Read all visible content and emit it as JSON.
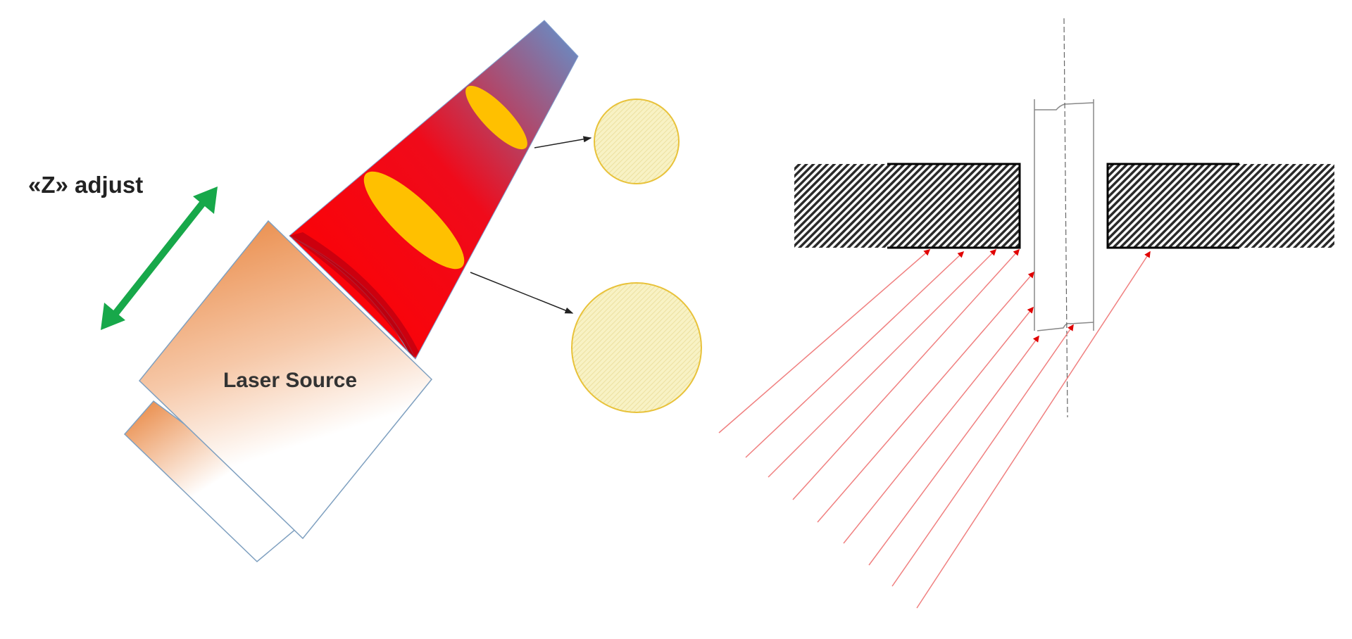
{
  "left_diagram": {
    "z_adjust_label": "«Z» adjust",
    "laser_source_label": "Laser Source"
  },
  "colors": {
    "beam_base": "#ff0000",
    "beam_tip": "#6c8fc8",
    "focus_spot": "#ffc000",
    "spot_circle_fill": "#f6efb8",
    "spot_circle_stroke": "#e8c23a",
    "z_arrow": "#17a84a",
    "laser_box_top": "#e8823a",
    "ray": "#f08080",
    "ray_tip": "#e00000"
  },
  "right_diagram": {
    "ray_count": 9
  }
}
